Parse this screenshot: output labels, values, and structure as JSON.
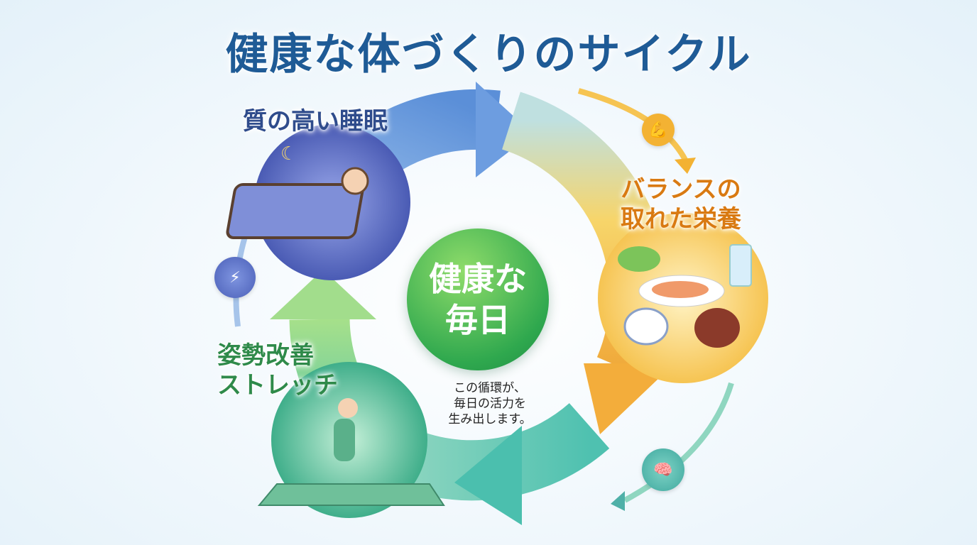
{
  "title": "健康な体づくりのサイクル",
  "steps": {
    "sleep": "質の高い睡眠",
    "nutrition_line1": "バランスの",
    "nutrition_line2": "取れた栄養",
    "stretch_line1": "姿勢改善",
    "stretch_line2": "ストレッチ"
  },
  "center": {
    "line1": "健康な",
    "line2": "毎日"
  },
  "caption": {
    "line1": "この循環が、",
    "line2": "毎日の活力を",
    "line3": "生み出します。"
  },
  "icons": {
    "muscle": "💪",
    "energy": "⚡",
    "brain": "🧠"
  },
  "colors": {
    "title": "#1f5b96",
    "sleep": "#5a6fc4",
    "nutrition": "#f2b534",
    "stretch": "#4fb58a",
    "center": "#2fa84e"
  }
}
